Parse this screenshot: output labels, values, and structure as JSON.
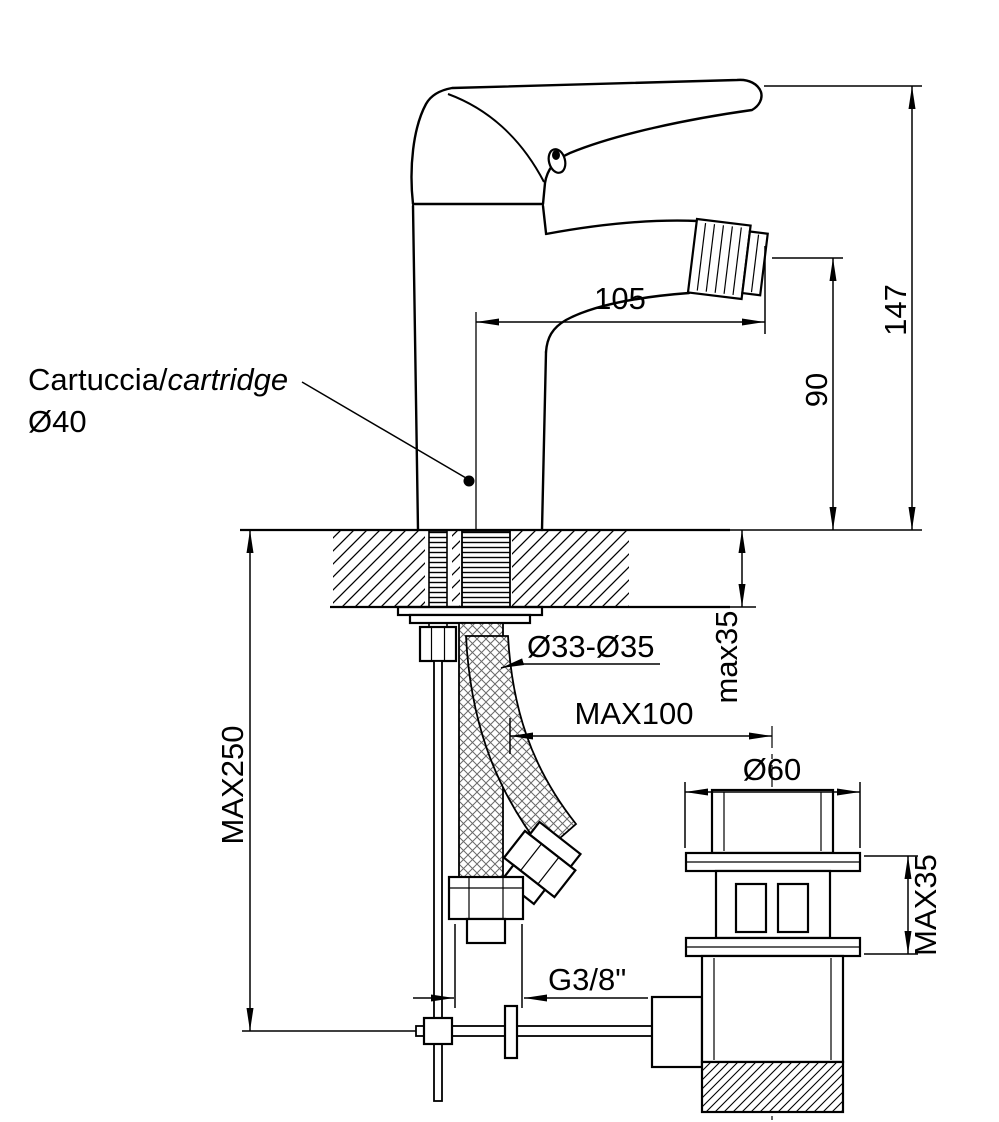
{
  "annotations": {
    "cartridge_label": "Cartuccia/",
    "cartridge_label_italic": "cartridge",
    "cartridge_diameter": "Ø40",
    "shank_diameter_label": "Ø33-Ø35",
    "thread_size_label": "G3/8\""
  },
  "dimensions": {
    "spout_reach": "105",
    "total_height": "147",
    "spout_height": "90",
    "max_counter_thickness": "max35",
    "max_horizontal_hose": "MAX100",
    "max_hose_length": "MAX250",
    "drain_flange_diameter": "Ø60",
    "drain_flange_height": "MAX35"
  },
  "colors": {
    "line": "#000000",
    "background": "#ffffff"
  }
}
